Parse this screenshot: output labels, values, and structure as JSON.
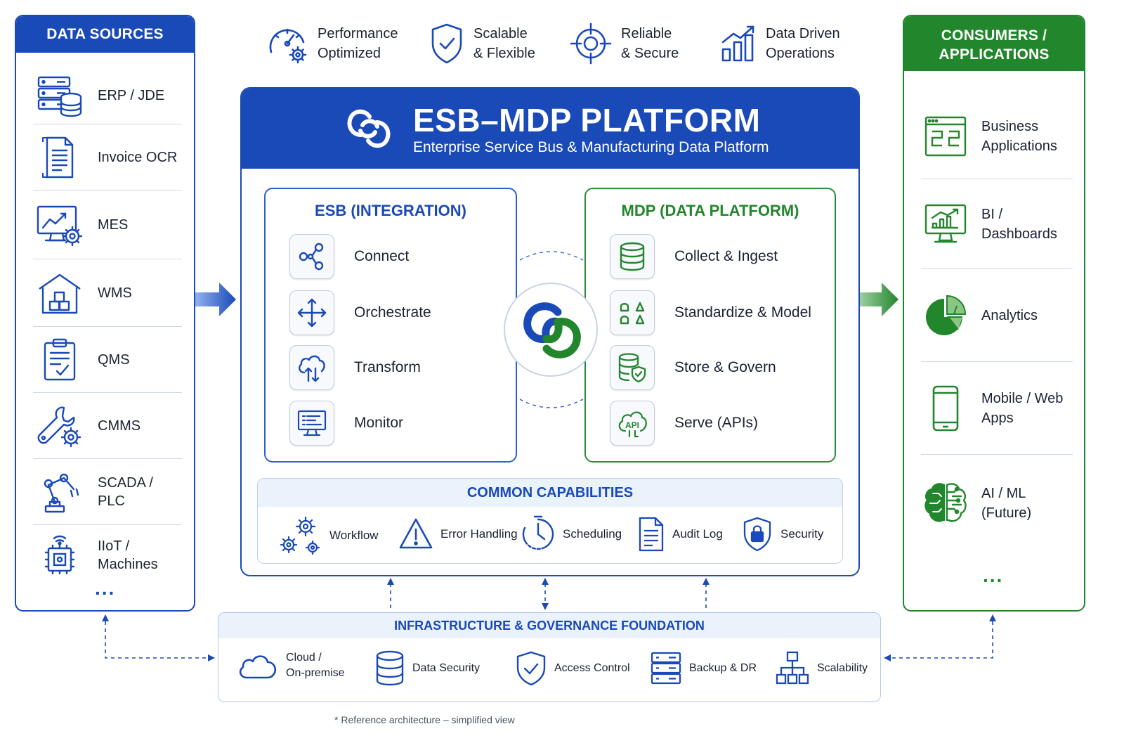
{
  "colors": {
    "blue": "#1a49b8",
    "green": "#22862c",
    "light_blue": "#eaf2fc"
  },
  "top_features": [
    {
      "line1": "Performance",
      "line2": "Optimized",
      "icon": "gauge-gear-icon"
    },
    {
      "line1": "Scalable",
      "line2": "& Flexible",
      "icon": "shield-check-icon"
    },
    {
      "line1": "Reliable",
      "line2": "& Secure",
      "icon": "crosshair-target-icon"
    },
    {
      "line1": "Data Driven",
      "line2": "Operations",
      "icon": "bar-chart-trend-icon"
    }
  ],
  "data_sources": {
    "title": "DATA SOURCES",
    "items": [
      {
        "label": "ERP / JDE",
        "icon": "server-database-icon"
      },
      {
        "label": "Invoice OCR",
        "icon": "document-icon"
      },
      {
        "label": "MES",
        "icon": "monitor-gear-icon"
      },
      {
        "label": "WMS",
        "icon": "warehouse-icon"
      },
      {
        "label": "QMS",
        "icon": "clipboard-check-icon"
      },
      {
        "label": "CMMS",
        "icon": "wrench-gear-icon"
      },
      {
        "label": "SCADA / PLC",
        "icon": "robot-arm-icon"
      },
      {
        "label": "IIoT / Machines",
        "icon": "chip-wifi-icon"
      }
    ],
    "more": "..."
  },
  "platform": {
    "title": "ESB–MDP PLATFORM",
    "subtitle": "Enterprise Service Bus & Manufacturing Data Platform",
    "esb": {
      "title": "ESB (INTEGRATION)",
      "items": [
        {
          "label": "Connect",
          "icon": "share-nodes-icon"
        },
        {
          "label": "Orchestrate",
          "icon": "move-arrows-icon"
        },
        {
          "label": "Transform",
          "icon": "cloud-sync-icon"
        },
        {
          "label": "Monitor",
          "icon": "monitor-screen-icon"
        }
      ]
    },
    "mdp": {
      "title": "MDP (DATA PLATFORM)",
      "items": [
        {
          "label": "Collect & Ingest",
          "icon": "database-icon"
        },
        {
          "label": "Standardize & Model",
          "icon": "shapes-icon"
        },
        {
          "label": "Store & Govern",
          "icon": "database-shield-icon"
        },
        {
          "label": "Serve (APIs)",
          "icon": "api-cloud-icon"
        }
      ]
    },
    "common": {
      "title": "COMMON CAPABILITIES",
      "items": [
        {
          "label": "Workflow",
          "icon": "gears-icon"
        },
        {
          "label": "Error Handling",
          "icon": "warning-icon"
        },
        {
          "label": "Scheduling",
          "icon": "clock-icon"
        },
        {
          "label": "Audit Log",
          "icon": "audit-document-icon"
        },
        {
          "label": "Security",
          "icon": "lock-shield-icon"
        }
      ]
    }
  },
  "consumers": {
    "title_line1": "CONSUMERS /",
    "title_line2": "APPLICATIONS",
    "items": [
      {
        "line1": "Business",
        "line2": "Applications",
        "icon": "app-window-icon"
      },
      {
        "line1": "BI / Dashboards",
        "line2": "",
        "icon": "dashboard-monitor-icon"
      },
      {
        "line1": "Analytics",
        "line2": "",
        "icon": "pie-chart-icon"
      },
      {
        "line1": "Mobile / Web",
        "line2": "Apps",
        "icon": "smartphone-icon"
      },
      {
        "line1": "AI / ML",
        "line2": "(Future)",
        "icon": "brain-circuit-icon"
      }
    ],
    "more": "..."
  },
  "foundation": {
    "title": "INFRASTRUCTURE & GOVERNANCE FOUNDATION",
    "items": [
      {
        "line1": "Cloud /",
        "line2": "On-premise",
        "icon": "cloud-icon"
      },
      {
        "line1": "Data Security",
        "line2": "",
        "icon": "database-icon"
      },
      {
        "line1": "Access Control",
        "line2": "",
        "icon": "shield-check-icon"
      },
      {
        "line1": "Backup & DR",
        "line2": "",
        "icon": "server-rack-icon"
      },
      {
        "line1": "Scalability",
        "line2": "",
        "icon": "hierarchy-icon"
      }
    ]
  },
  "footnote": "* Reference architecture – simplified view"
}
